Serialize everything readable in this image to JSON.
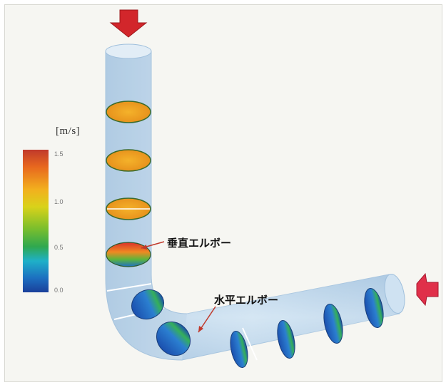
{
  "colorbar": {
    "unit": "[m/s]",
    "ticks": [
      "1.5",
      "1.0",
      "0.5",
      "0.0"
    ],
    "gradient": [
      "#c0392b",
      "#e8681e",
      "#f2b01e",
      "#d9d21a",
      "#7cbf2c",
      "#2fa84f",
      "#1fb0c8",
      "#1c6fc0",
      "#1a3f9a"
    ]
  },
  "annotations": {
    "vertical_elbow": "垂直エルボー",
    "horizontal_elbow": "水平エルボー"
  },
  "flow": {
    "inlet_arrow_color": "#d2262b",
    "outlet_arrow_color": "#e0304a"
  },
  "pipe_color": "#bcd6ec"
}
